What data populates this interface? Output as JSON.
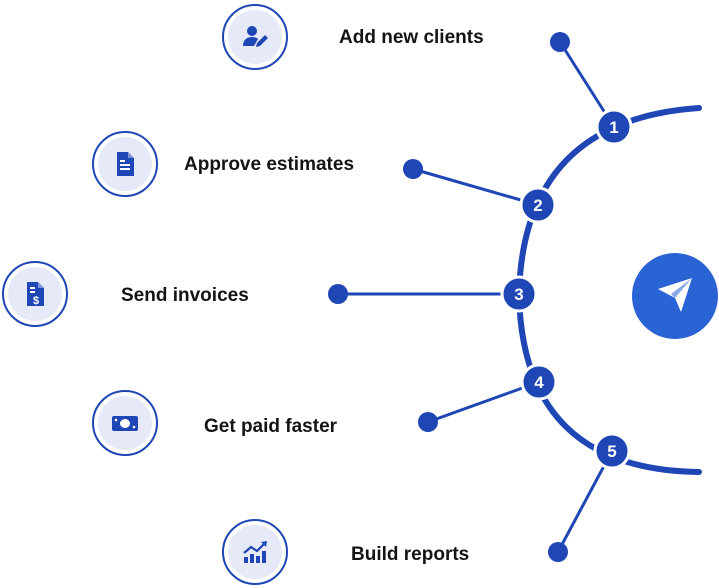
{
  "colors": {
    "primary": "#1e46b4",
    "icon_bg": "#e6eaf8",
    "text": "#141414",
    "logo_bg": "#2a63d4"
  },
  "steps": [
    {
      "number": "1",
      "label": "Add new clients",
      "icon": "add-user-icon"
    },
    {
      "number": "2",
      "label": "Approve estimates",
      "icon": "document-icon"
    },
    {
      "number": "3",
      "label": "Send invoices",
      "icon": "invoice-icon"
    },
    {
      "number": "4",
      "label": "Get paid faster",
      "icon": "cash-icon"
    },
    {
      "number": "5",
      "label": "Build reports",
      "icon": "chart-icon"
    }
  ],
  "logo": {
    "icon": "paper-plane-icon"
  }
}
